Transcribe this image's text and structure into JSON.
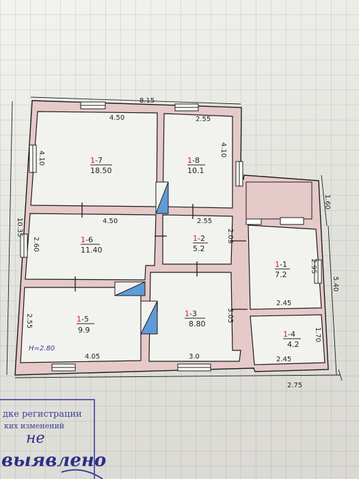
{
  "plan": {
    "total_width": "8.15",
    "total_length": "10.35",
    "height_note": "H=2.80",
    "annex_width": "2.75",
    "annex_length": "5.40",
    "dims": {
      "top_left": "4.50",
      "top_right": "2.55",
      "mid_left": "4.50",
      "mid_right": "2.55",
      "bottom_left": "4.05",
      "bottom_mid": "3.0",
      "annex_mid": "2.45",
      "annex_bottom": "2.45",
      "left_upper": "4.10",
      "right_upper": "4.10",
      "left_mid": "2.60",
      "left_lower": "2.55",
      "mid_vertical": "2.05",
      "lower_vertical": "3.05",
      "annex_top": "1.60",
      "annex_1_1": "2.95",
      "annex_1_4": "1.70"
    },
    "rooms": [
      {
        "id": "1-7",
        "prefix": "1",
        "suffix": "-7",
        "area": "18.50"
      },
      {
        "id": "1-8",
        "prefix": "1",
        "suffix": "-8",
        "area": "10.1"
      },
      {
        "id": "1-6",
        "prefix": "1",
        "suffix": "-6",
        "area": "11.40"
      },
      {
        "id": "1-2",
        "prefix": "1",
        "suffix": "-2",
        "area": "5.2"
      },
      {
        "id": "1-1",
        "prefix": "1",
        "suffix": "-1",
        "area": "7.2"
      },
      {
        "id": "1-5",
        "prefix": "1",
        "suffix": "-5",
        "area": "9.9"
      },
      {
        "id": "1-3",
        "prefix": "1",
        "suffix": "-3",
        "area": "8.80"
      },
      {
        "id": "1-4",
        "prefix": "1",
        "suffix": "-4",
        "area": "4.2"
      }
    ]
  },
  "stamp": {
    "line1": "дке регистрации",
    "line2": "ких изменений",
    "hand1": "не",
    "hand2": "выявлено"
  },
  "colors": {
    "wall_fill": "#e6c9c9",
    "wall_line": "#1b1b1b",
    "accent_red": "#d32020",
    "stair_blue": "#5f9bd6",
    "stamp_ink": "#3a3f9a"
  }
}
